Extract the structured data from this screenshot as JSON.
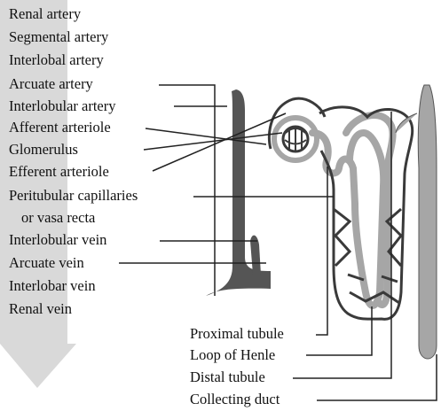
{
  "left_labels": [
    {
      "id": "renal-artery",
      "text": "Renal artery"
    },
    {
      "id": "segmental-artery",
      "text": "Segmental artery"
    },
    {
      "id": "interlobal-artery",
      "text": "Interlobal artery"
    },
    {
      "id": "arcuate-artery",
      "text": "Arcuate artery"
    },
    {
      "id": "interlobular-artery",
      "text": "Interlobular artery"
    },
    {
      "id": "afferent-arteriole",
      "text": "Afferent arteriole"
    },
    {
      "id": "glomerulus",
      "text": "Glomerulus"
    },
    {
      "id": "efferent-arteriole",
      "text": "Efferent arteriole"
    },
    {
      "id": "peritubular-capillaries",
      "text": "Peritubular capillaries"
    },
    {
      "id": "vasa-recta",
      "text": "or vasa recta"
    },
    {
      "id": "interlobular-vein",
      "text": "Interlobular vein"
    },
    {
      "id": "arcuate-vein",
      "text": "Arcuate vein"
    },
    {
      "id": "interlobar-vein",
      "text": "Interlobar vein"
    },
    {
      "id": "renal-vein",
      "text": "Renal vein"
    }
  ],
  "bottom_labels": [
    {
      "id": "proximal-tubule",
      "text": "Proximal tubule"
    },
    {
      "id": "loop-of-henle",
      "text": "Loop of Henle"
    },
    {
      "id": "distal-tubule",
      "text": "Distal tubule"
    },
    {
      "id": "collecting-duct",
      "text": "Collecting duct"
    }
  ],
  "colors": {
    "flow_arrow": "#d9d9d9",
    "vessel_dark": "#555555",
    "tubule_light": "#a6a6a6",
    "capillary": "#3a3a3a",
    "leader_line": "#222222"
  }
}
